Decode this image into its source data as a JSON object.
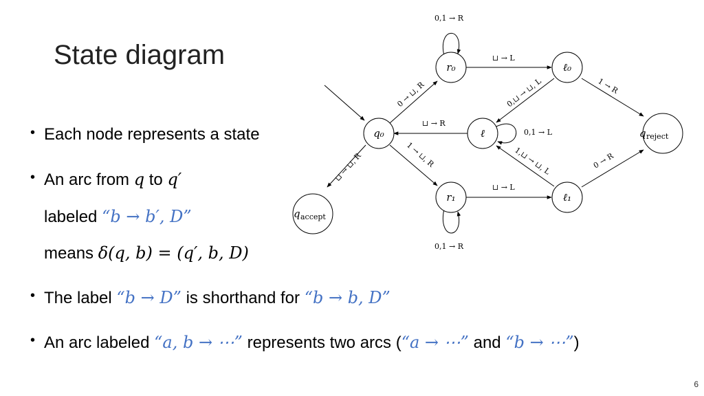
{
  "title": "State diagram",
  "bullets": {
    "b1": "Each node represents a state",
    "b2_pre": "An arc from ",
    "b2_q": "q",
    "b2_to": " to ",
    "b2_q2": "q′",
    "b3_pre": "labeled ",
    "b3_label": "“b → b′, D”",
    "b4_pre": "means ",
    "b4_expr": "δ(q, b) = (q′, b, D)",
    "b5_pre": "The label ",
    "b5_a": "“b → D”",
    "b5_mid": " is shorthand for ",
    "b5_b": "“b → b, D”",
    "b6_pre": "An arc labeled ",
    "b6_a": "“a, b → ⋯”",
    "b6_mid": " represents two arcs (",
    "b6_b": "“a → ⋯”",
    "b6_and": " and ",
    "b6_c": "“b → ⋯”",
    "b6_end": ")"
  },
  "diagram": {
    "states": {
      "q0": "q₀",
      "r0": "r₀",
      "r1": "r₁",
      "l0": "ℓ₀",
      "l": "ℓ",
      "l1": "ℓ₁",
      "qreject": "q",
      "qreject_sub": "reject",
      "qaccept": "q",
      "qaccept_sub": "accept"
    },
    "labels": {
      "r0_loop": "0,1 → R",
      "r1_loop": "0,1 → R",
      "l_loop": "0,1 → L",
      "r0_l0": "⊔ → L",
      "r1_l1": "⊔ → L",
      "q0_r0": "0 → ⊔, R",
      "q0_r1": "1 → ⊔, R",
      "q0_accept": "⊔ → ⊔, R",
      "l_q0": "⊔ → R",
      "l0_l": "0,⊔ → ⊔, L",
      "l1_l": "1,⊔ → ⊔, L",
      "l0_reject": "1 → R",
      "l1_reject": "0 → R"
    }
  },
  "page_number": "6"
}
